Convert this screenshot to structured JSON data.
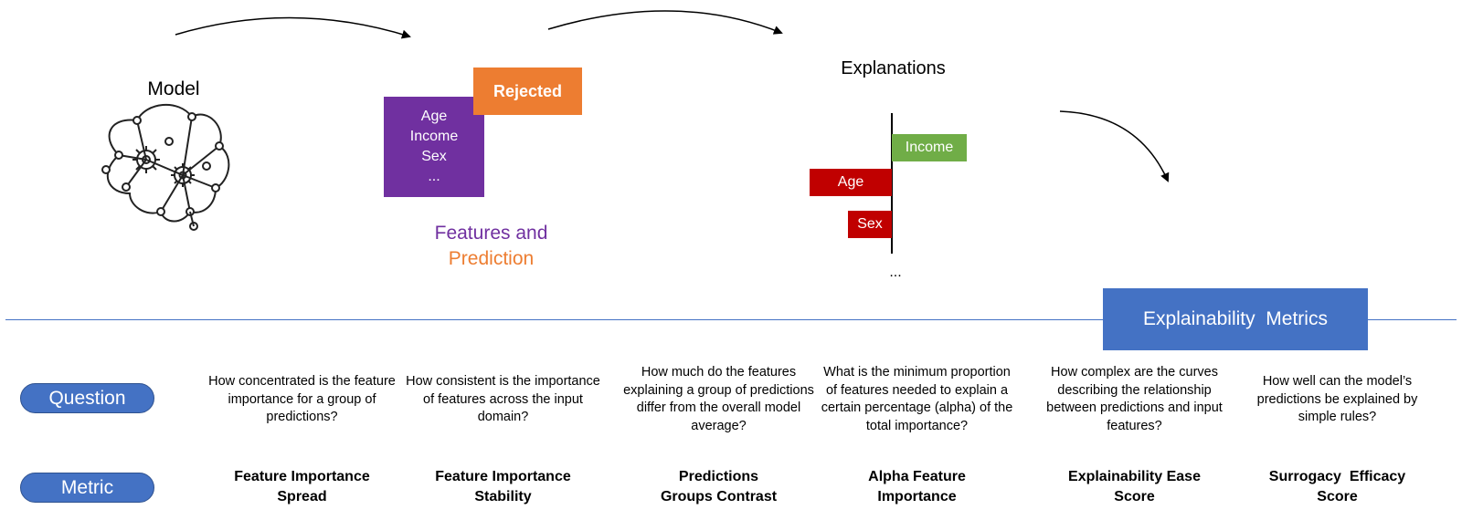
{
  "model": {
    "label": "Model"
  },
  "features": {
    "items": [
      "Age",
      "Income",
      "Sex",
      "..."
    ],
    "prediction": "Rejected",
    "caption_line1": "Features and",
    "caption_line2": "Prediction"
  },
  "explanations": {
    "title": "Explanations",
    "bars": [
      {
        "label": "Income",
        "direction": "positive",
        "color": "#70ad47"
      },
      {
        "label": "Age",
        "direction": "negative",
        "color": "#c00000"
      },
      {
        "label": "Sex",
        "direction": "negative",
        "color": "#c00000"
      }
    ],
    "ellipsis": "..."
  },
  "metrics_header": "Explainability  Metrics",
  "row_labels": {
    "question": "Question",
    "metric": "Metric"
  },
  "columns": [
    {
      "question": "How concentrated is the feature importance for a group of predictions?",
      "metric": "Feature Importance\nSpread"
    },
    {
      "question": "How consistent is the importance of features across the input domain?",
      "metric": "Feature Importance\nStability"
    },
    {
      "question": "How much do the features explaining a group of predictions differ from the overall model average?",
      "metric": "Predictions\nGroups Contrast"
    },
    {
      "question": "What is the minimum proportion of features needed to explain a certain percentage (alpha) of the total importance?",
      "metric": "Alpha Feature\nImportance"
    },
    {
      "question": "How complex are the curves describing the relationship between predictions and input features?",
      "metric": "Explainability Ease\nScore"
    },
    {
      "question": "How well can the model’s predictions be explained by simple rules?",
      "metric": "Surrogacy  Efficacy\nScore"
    }
  ],
  "colors": {
    "purple": "#7030a0",
    "orange": "#ed7d31",
    "green": "#70ad47",
    "red": "#c00000",
    "blue": "#4472c4"
  }
}
